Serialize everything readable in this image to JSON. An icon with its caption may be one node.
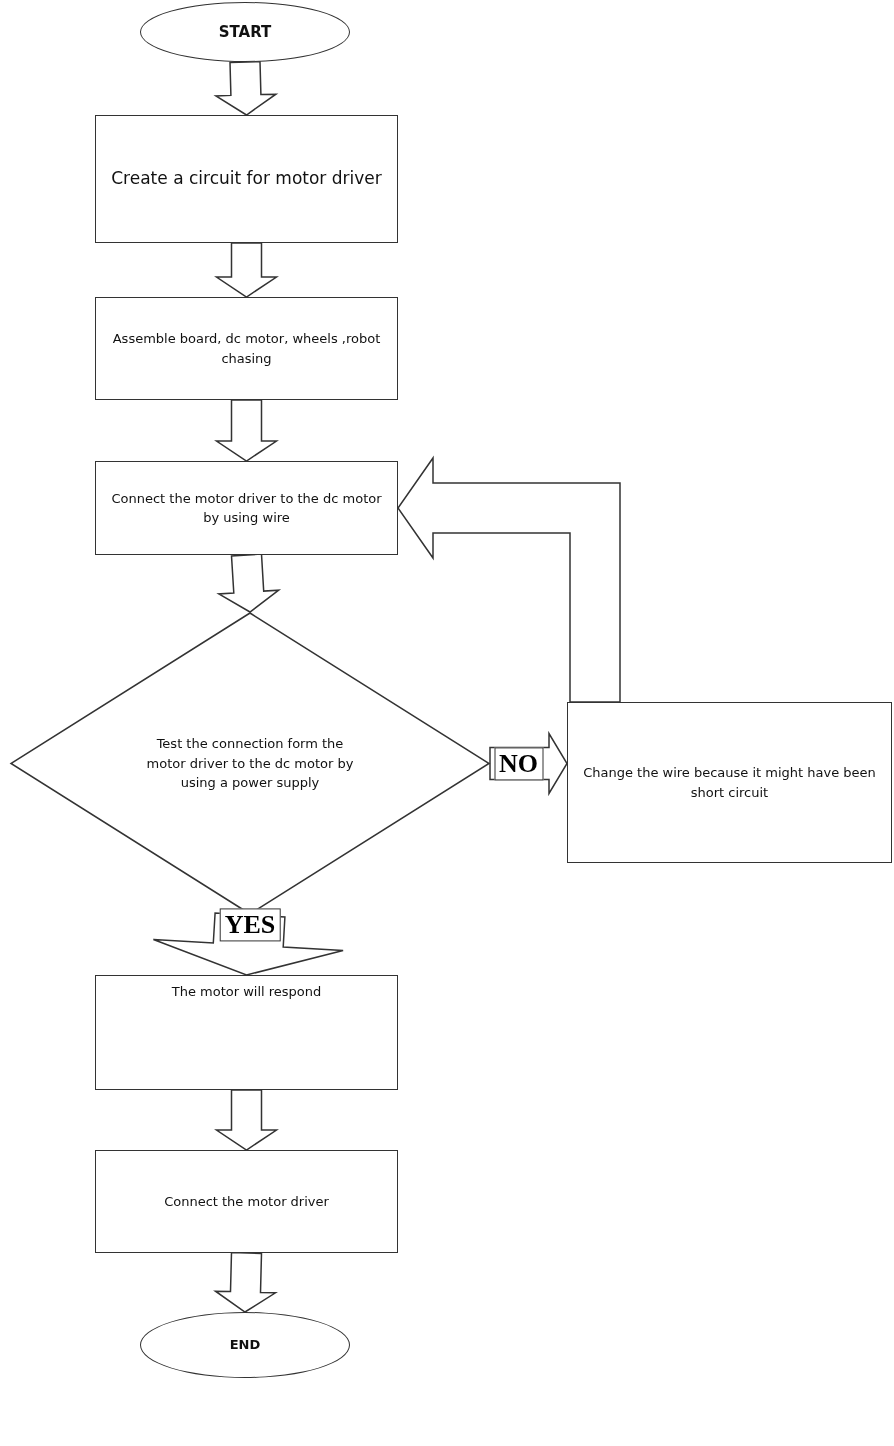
{
  "diagram": {
    "nodes": [
      {
        "text": [
          "START"
        ]
      },
      {
        "text": [
          "Create a circuit for motor driver"
        ]
      },
      {
        "text": [
          "Assemble board, dc motor, wheels ,robot chasing"
        ]
      },
      {
        "text": [
          "Connect the motor driver to the dc motor by using wire"
        ]
      },
      {
        "text": [
          "Test the connection form the motor driver to the dc motor by using a power supply"
        ]
      },
      {
        "text": [
          "Change the wire because it might have been short circuit"
        ]
      },
      {
        "text": [
          "The motor will respond"
        ]
      },
      {
        "text": [
          "Connect the motor driver"
        ]
      },
      {
        "text": [
          "END"
        ]
      }
    ],
    "edges": [
      {
        "from": 0,
        "to": 1,
        "arrow": "to"
      },
      {
        "from": 1,
        "to": 2,
        "arrow": "to"
      },
      {
        "from": 2,
        "to": 3,
        "arrow": "to"
      },
      {
        "from": 3,
        "to": 4,
        "arrow": "to"
      },
      {
        "from": 4,
        "to": 5,
        "arrow": "to",
        "label": "NO"
      },
      {
        "from": 5,
        "to": 3,
        "arrow": "to"
      },
      {
        "from": 4,
        "to": 6,
        "arrow": "to",
        "label": "YES"
      },
      {
        "from": 6,
        "to": 7,
        "arrow": "to"
      },
      {
        "from": 7,
        "to": 8,
        "arrow": "to"
      }
    ]
  }
}
